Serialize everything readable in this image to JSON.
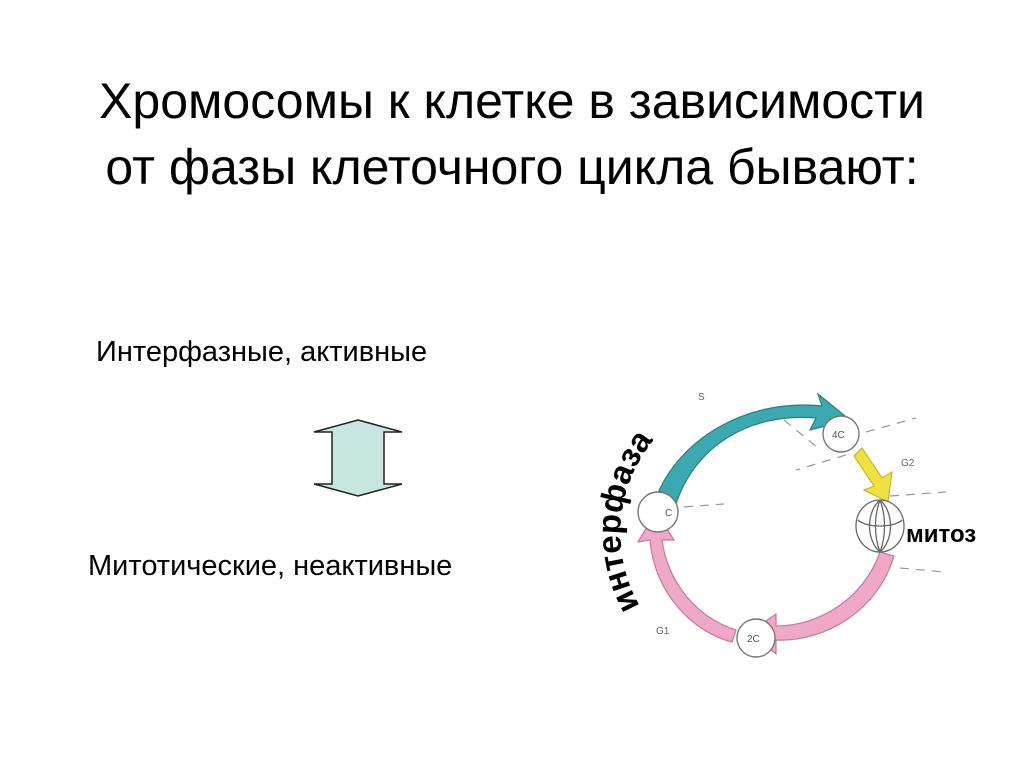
{
  "slide": {
    "title_line1": "Хромосомы к клетке в зависимости",
    "title_line2": "от фазы клеточного цикла бывают:",
    "label_active": "Интерфазные, активные",
    "label_mitotic": "Митотические, неактивные"
  },
  "cycle": {
    "interphase_label": "интерфаза",
    "mitosis_label": "митоз",
    "phase_s": "S",
    "phase_g2": "G2",
    "phase_g1": "G1",
    "node_c": "C",
    "node_4c": "4C",
    "node_2c": "2C"
  },
  "colors": {
    "arrow_s": "#3aaab0",
    "arrow_g2": "#f0e040",
    "arrow_g1": "#f0a8c8",
    "double_arrow": "#c8e6e0"
  }
}
